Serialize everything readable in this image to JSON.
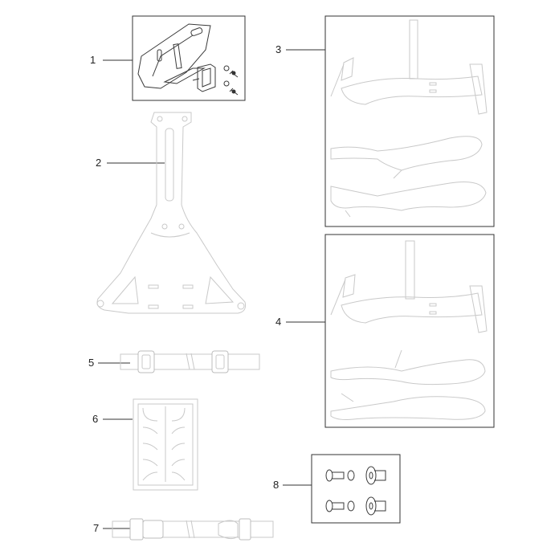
{
  "diagram": {
    "callouts": [
      {
        "id": "1",
        "label": "1"
      },
      {
        "id": "2",
        "label": "2"
      },
      {
        "id": "3",
        "label": "3"
      },
      {
        "id": "4",
        "label": "4"
      },
      {
        "id": "5",
        "label": "5"
      },
      {
        "id": "6",
        "label": "6"
      },
      {
        "id": "7",
        "label": "7"
      },
      {
        "id": "8",
        "label": "8"
      }
    ],
    "colors": {
      "outline_dark": "#3a3a3a",
      "outline_faint": "#c9c9c9",
      "box_border": "#333333",
      "background": "#ffffff"
    }
  }
}
